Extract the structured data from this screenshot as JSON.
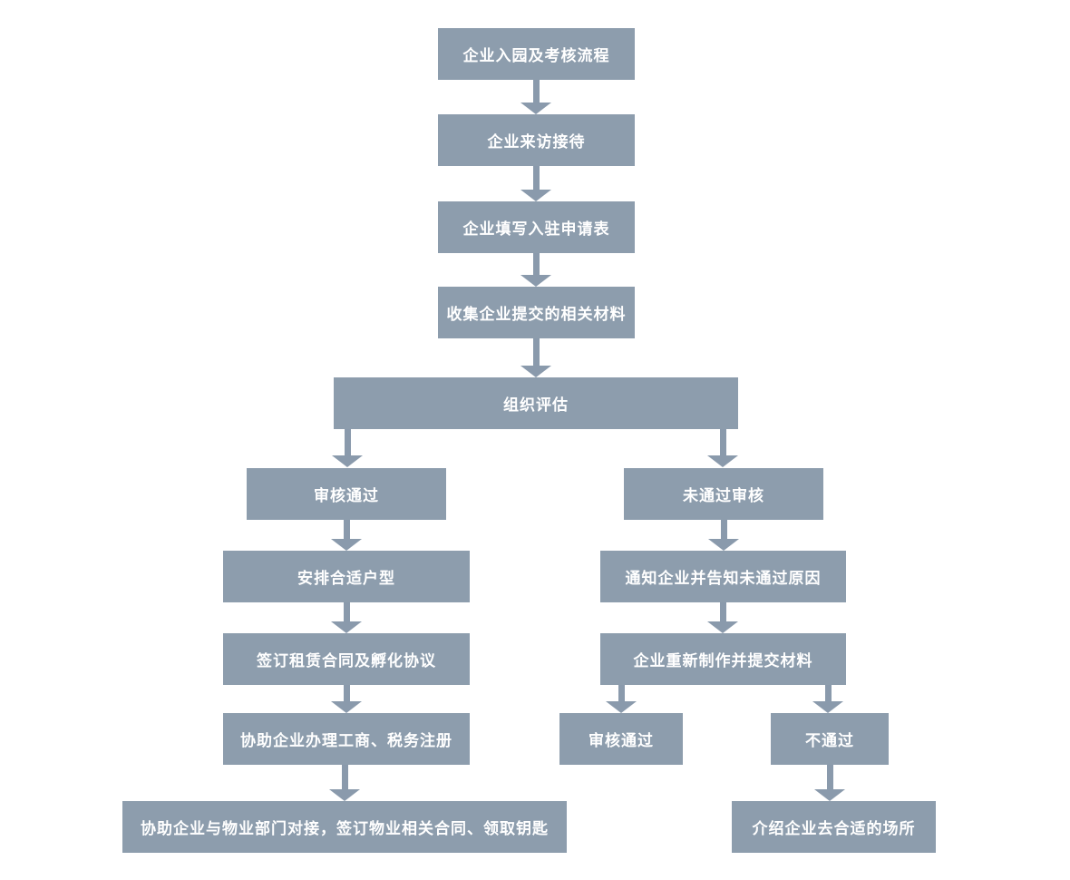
{
  "diagram": {
    "title": "企业入园及考核流程",
    "type": "flowchart",
    "colors": {
      "box_fill": "#8D9DAD",
      "arrow_fill": "#8A9AAC",
      "box_text": "#FFFFFF",
      "background": "#FFFFFF"
    }
  },
  "nodes": [
    {
      "id": "start",
      "label": "企业入园及考核流程"
    },
    {
      "id": "reception",
      "label": "企业来访接待"
    },
    {
      "id": "application-form",
      "label": "企业填写入驻申请表"
    },
    {
      "id": "collect-material",
      "label": "收集企业提交的相关材料"
    },
    {
      "id": "assessment",
      "label": "组织评估"
    },
    {
      "id": "approved",
      "label": "审核通过"
    },
    {
      "id": "arrange-unit",
      "label": "安排合适户型"
    },
    {
      "id": "sign-contract",
      "label": "签订租赁合同及孵化协议"
    },
    {
      "id": "registration",
      "label": "协助企业办理工商、税务注册"
    },
    {
      "id": "property-handover",
      "label": "协助企业与物业部门对接，签订物业相关合同、领取钥匙"
    },
    {
      "id": "not-approved",
      "label": "未通过审核"
    },
    {
      "id": "notify-reason",
      "label": "通知企业并告知未通过原因"
    },
    {
      "id": "resubmit",
      "label": "企业重新制作并提交材料"
    },
    {
      "id": "approved-2",
      "label": "审核通过"
    },
    {
      "id": "rejected-2",
      "label": "不通过"
    },
    {
      "id": "refer-elsewhere",
      "label": "介绍企业去合适的场所"
    }
  ],
  "edges": [
    {
      "from": "start",
      "to": "reception"
    },
    {
      "from": "reception",
      "to": "application-form"
    },
    {
      "from": "application-form",
      "to": "collect-material"
    },
    {
      "from": "collect-material",
      "to": "assessment"
    },
    {
      "from": "assessment",
      "to": "approved"
    },
    {
      "from": "assessment",
      "to": "not-approved"
    },
    {
      "from": "approved",
      "to": "arrange-unit"
    },
    {
      "from": "arrange-unit",
      "to": "sign-contract"
    },
    {
      "from": "sign-contract",
      "to": "registration"
    },
    {
      "from": "registration",
      "to": "property-handover"
    },
    {
      "from": "not-approved",
      "to": "notify-reason"
    },
    {
      "from": "notify-reason",
      "to": "resubmit"
    },
    {
      "from": "resubmit",
      "to": "approved-2"
    },
    {
      "from": "resubmit",
      "to": "rejected-2"
    },
    {
      "from": "rejected-2",
      "to": "refer-elsewhere"
    }
  ]
}
